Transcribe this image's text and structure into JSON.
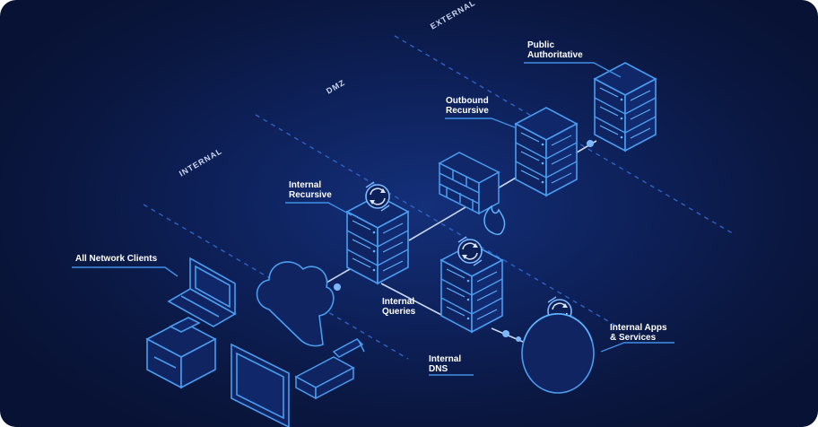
{
  "zones": {
    "external": "EXTERNAL",
    "dmz": "DMZ",
    "internal": "INTERNAL"
  },
  "labels": {
    "public_authoritative": "Public\nAuthoritative",
    "outbound_recursive": "Outbound\nRecursive",
    "internal_recursive": "Internal\nRecursive",
    "all_network_clients": "All Network Clients",
    "internal_queries": "Internal\nQueries",
    "internal_dns": "Internal\nDNS",
    "internal_apps": "Internal Apps\n& Services"
  },
  "colors": {
    "background": "#0d2058",
    "line": "#3f8fe6",
    "glow": "#5fb2ff",
    "dashed": "#2e63c4",
    "connector": "#c8d6f0"
  }
}
